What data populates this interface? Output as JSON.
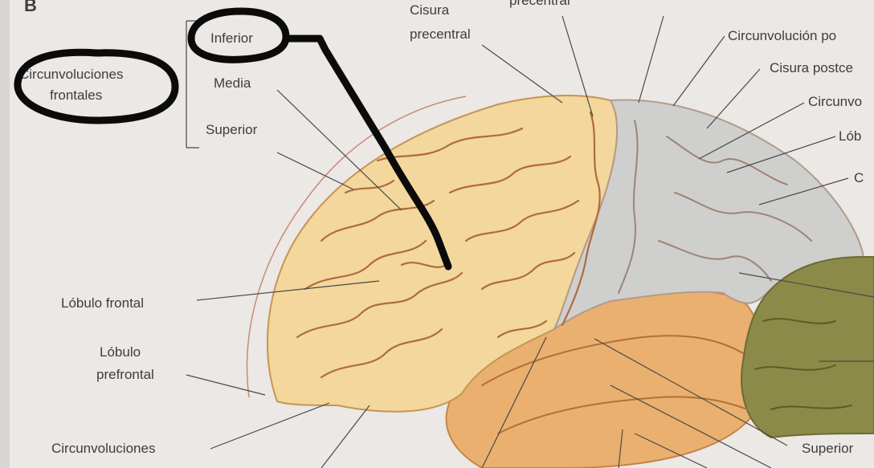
{
  "figure": {
    "panel_letter": "B",
    "labels": {
      "circunvoluciones_frontales_line1": "Circunvoluciones",
      "circunvoluciones_frontales_line2": "frontales",
      "inferior": "Inferior",
      "media": "Media",
      "superior_frontal": "Superior",
      "cisura_precentral_line1": "Cisura",
      "cisura_precentral_line2": "precentral",
      "precentral_top": "precentral",
      "circunvolucion_postcentral": "Circunvolución po",
      "cisura_postcentral": "Cisura postce",
      "circunvolucion_right": "Circunvo",
      "lobulo_right": "Lób",
      "c_right": "C",
      "lobulo_frontal": "Lóbulo frontal",
      "lobulo_prefrontal_line1": "Lóbulo",
      "lobulo_prefrontal_line2": "prefrontal",
      "circunvoluciones_bottom": "Circunvoluciones",
      "superior_temporal": "Superior"
    }
  }
}
